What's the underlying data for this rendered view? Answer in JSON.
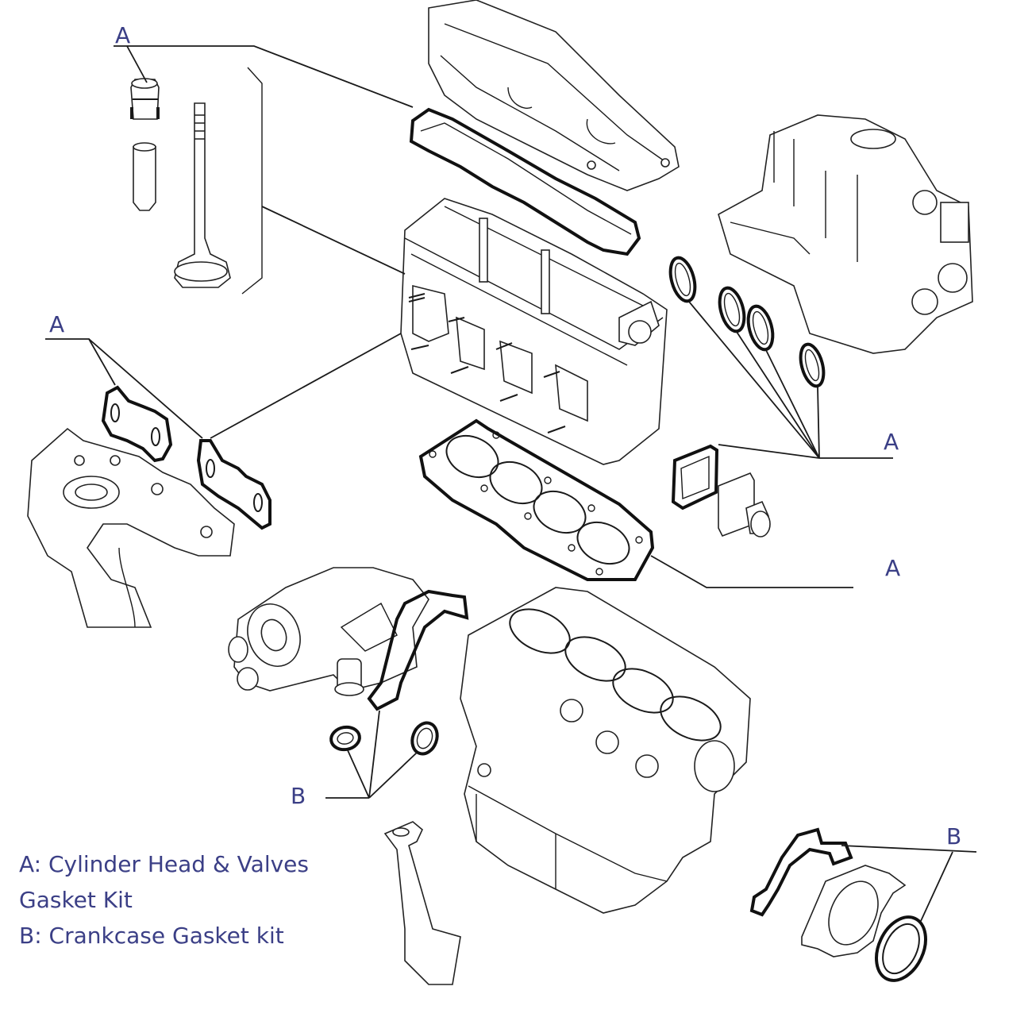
{
  "diagram": {
    "title": "Engine gasket kit exploded view",
    "callouts": [
      {
        "id": "a-valve-stem-seal",
        "label": "A"
      },
      {
        "id": "a-exhaust-manifold",
        "label": "A"
      },
      {
        "id": "a-intake-right",
        "label": "A"
      },
      {
        "id": "a-head-gasket",
        "label": "A"
      },
      {
        "id": "b-oil-pump-seals",
        "label": "B"
      },
      {
        "id": "b-rear-main-seal",
        "label": "B"
      }
    ],
    "parts": [
      "valve-stem-seal",
      "valve-guide",
      "valve",
      "valve-cover",
      "valve-cover-gasket",
      "cylinder-head",
      "exhaust-manifold",
      "exhaust-manifold-gaskets",
      "intake-manifold",
      "intake-port-gaskets",
      "thermostat-housing-gasket",
      "thermostat-housing",
      "cylinder-head-gasket",
      "oil-pump",
      "oil-pump-gasket",
      "oil-seals",
      "engine-block",
      "oil-pickup-tube",
      "rear-seal-carrier-gasket",
      "rear-seal-carrier",
      "rear-main-seal"
    ]
  },
  "legend": {
    "line1": "A: Cylinder Head & Valves",
    "line2": "Gasket Kit",
    "line3": "B: Crankcase Gasket kit"
  },
  "colors": {
    "label": "#3b3f86",
    "linework": "#1a1a1a",
    "background": "#ffffff"
  }
}
